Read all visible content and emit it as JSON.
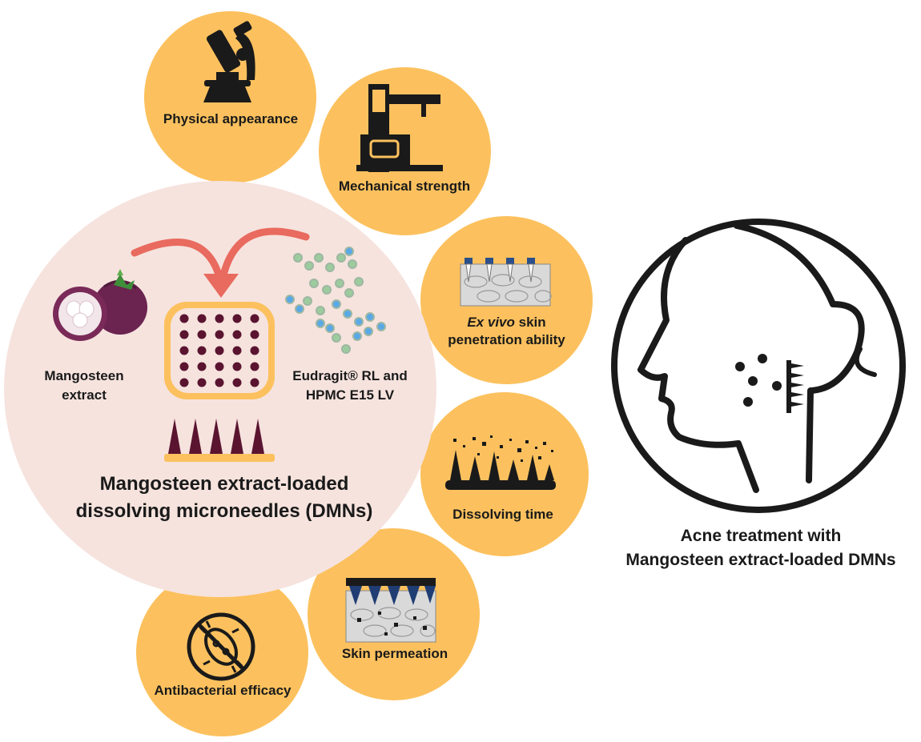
{
  "main": {
    "title_line1": "Mangosteen extract-loaded",
    "title_line2": "dissolving microneedles (DMNs)",
    "left_label_line1": "Mangosteen",
    "left_label_line2": "extract",
    "right_label_line1": "Eudragit® RL and",
    "right_label_line2": "HPMC E15 LV"
  },
  "evaluations": [
    {
      "label": "Physical appearance",
      "icon": "microscope-icon"
    },
    {
      "label": "Mechanical strength",
      "icon": "texture-analyzer-icon"
    },
    {
      "label_em": "Ex vivo",
      "label_rest": " skin",
      "label_line2": "penetration ability",
      "icon": "skin-penetration-icon"
    },
    {
      "label": "Dissolving time",
      "icon": "dissolving-needles-icon"
    },
    {
      "label": "Skin permeation",
      "icon": "skin-permeation-icon"
    },
    {
      "label": "Antibacterial efficacy",
      "icon": "no-bacteria-icon"
    }
  ],
  "application": {
    "label_line1": "Acne treatment with",
    "label_line2": "Mangosteen extract-loaded DMNs",
    "icon": "face-with-microneedle-icon"
  },
  "colors": {
    "bubble": "#FCC15E",
    "main_circle": "#F6E3DE",
    "arrow": "#E96A5E",
    "needle": "#5A1430",
    "polymer_green": "#9CCB9E",
    "polymer_blue": "#5AA9E6"
  }
}
